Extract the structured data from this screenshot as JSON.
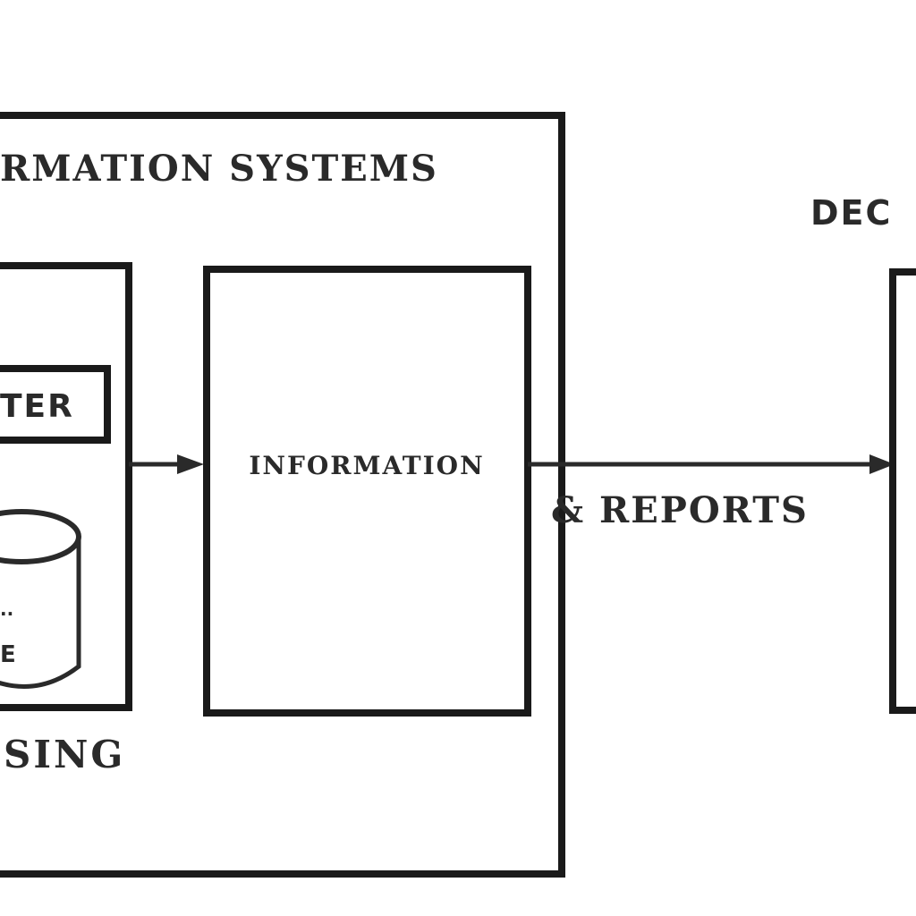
{
  "diagram": {
    "system_box_title": "RMATION SYSTEMS",
    "processing_label": "SING",
    "computer_label": "TER",
    "database_label_1": "..",
    "database_label_2": "E",
    "information_label": "INFORMATION",
    "reports_label": "& REPORTS",
    "decision_label": "DEC"
  }
}
